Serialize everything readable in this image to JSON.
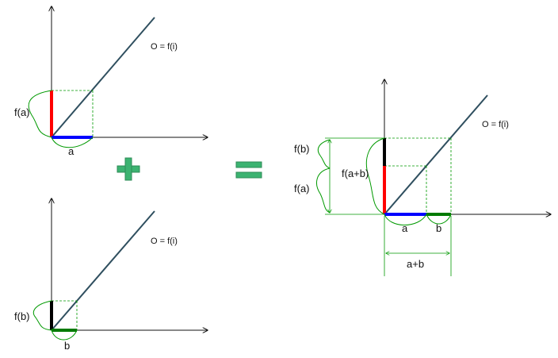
{
  "colors": {
    "axis": "#111111",
    "identity_line": "#2f4f5f",
    "red": "#ff0000",
    "blue": "#0000ff",
    "black": "#000000",
    "green": "#007a00",
    "guide": "#009900",
    "operator_green": "#3cb371"
  },
  "top_left": {
    "line_label": "O = f(i)",
    "fa_label": "f(a)",
    "a_label": "a"
  },
  "bottom_left": {
    "line_label": "O = f(i)",
    "fb_label": "f(b)",
    "b_label": "b"
  },
  "right": {
    "line_label": "O = f(i)",
    "fb_label": "f(b)",
    "fa_label": "f(a)",
    "fab_label": "f(a+b)",
    "a_label": "a",
    "b_label": "b",
    "ab_label": "a+b"
  },
  "operators": {
    "plus": "plus-icon",
    "equals": "equals-icon"
  }
}
